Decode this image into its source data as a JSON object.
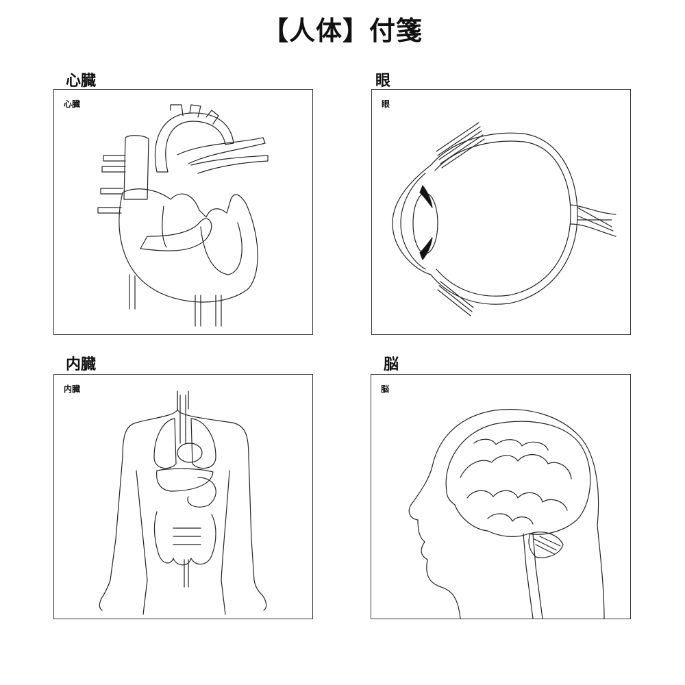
{
  "title": "【人体】付箋",
  "notes": [
    {
      "heading": "心臓",
      "label": "心臓",
      "icon": "heart-icon"
    },
    {
      "heading": "眼",
      "label": "眼",
      "icon": "eye-icon"
    },
    {
      "heading": "内臓",
      "label": "内臓",
      "icon": "organs-icon"
    },
    {
      "heading": "脳",
      "label": "脳",
      "icon": "brain-icon"
    }
  ]
}
